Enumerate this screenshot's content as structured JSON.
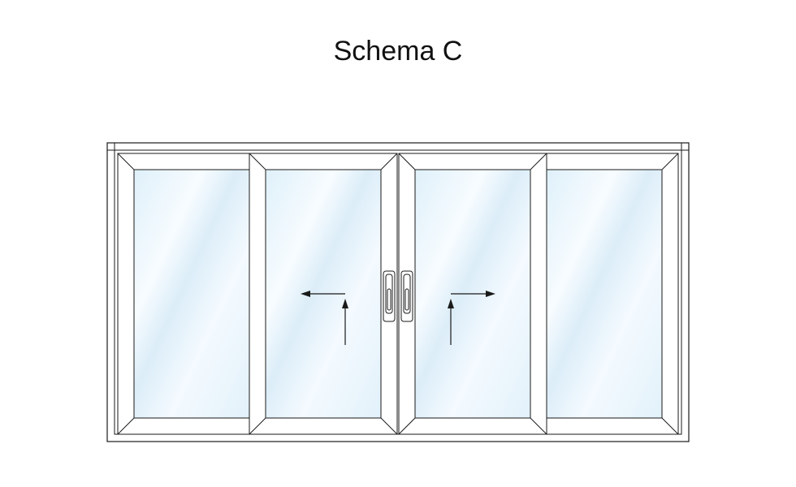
{
  "title": "Schema C",
  "diagram": {
    "panels": [
      {
        "name": "fixed-left",
        "opening": "fixed"
      },
      {
        "name": "sliding-left",
        "opening": "lift-and-slide",
        "direction": "left"
      },
      {
        "name": "sliding-right",
        "opening": "lift-and-slide",
        "direction": "right"
      },
      {
        "name": "fixed-right",
        "opening": "fixed"
      }
    ],
    "handles": [
      "handle-left-sash",
      "handle-right-sash"
    ],
    "colors": {
      "stroke": "#1a1a1a",
      "frame": "#ffffff",
      "glass": "#e4f2fb",
      "glass_highlight": "#ffffff",
      "background": "#ffffff"
    }
  }
}
